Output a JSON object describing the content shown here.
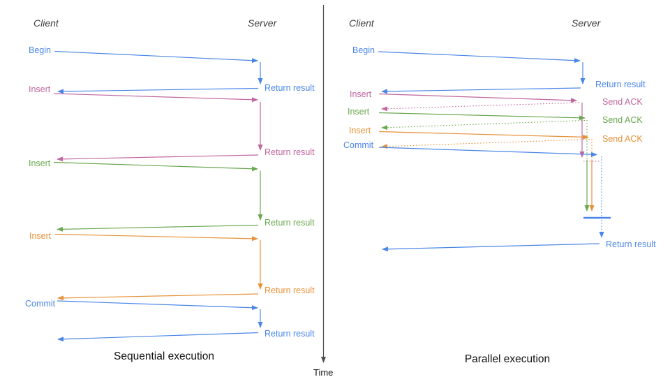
{
  "colors": {
    "blue": "#4a86e8",
    "pink": "#c0679f",
    "green": "#6aa84f",
    "orange": "#e69138",
    "axis": "#4d4d4d",
    "header": "#3f3f3f"
  },
  "time_axis": {
    "label": "Time"
  },
  "sequential": {
    "title": "Sequential execution",
    "client_header": "Client",
    "server_header": "Server",
    "messages": [
      {
        "label": "Begin",
        "color": "blue",
        "response": "Return result"
      },
      {
        "label": "Insert",
        "color": "pink",
        "response": "Return result"
      },
      {
        "label": "Insert",
        "color": "green",
        "response": "Return result"
      },
      {
        "label": "Insert",
        "color": "orange",
        "response": "Return result"
      },
      {
        "label": "Commit",
        "color": "blue",
        "response": "Return result"
      }
    ]
  },
  "parallel": {
    "title": "Parallel execution",
    "client_header": "Client",
    "server_header": "Server",
    "messages": [
      {
        "label": "Begin",
        "color": "blue",
        "response": "Return result"
      },
      {
        "label": "Insert",
        "color": "pink",
        "response": "Send ACK"
      },
      {
        "label": "Insert",
        "color": "green",
        "response": "Send ACK"
      },
      {
        "label": "Insert",
        "color": "orange",
        "response": "Send ACK"
      },
      {
        "label": "Commit",
        "color": "blue",
        "response": "Return result"
      }
    ]
  }
}
